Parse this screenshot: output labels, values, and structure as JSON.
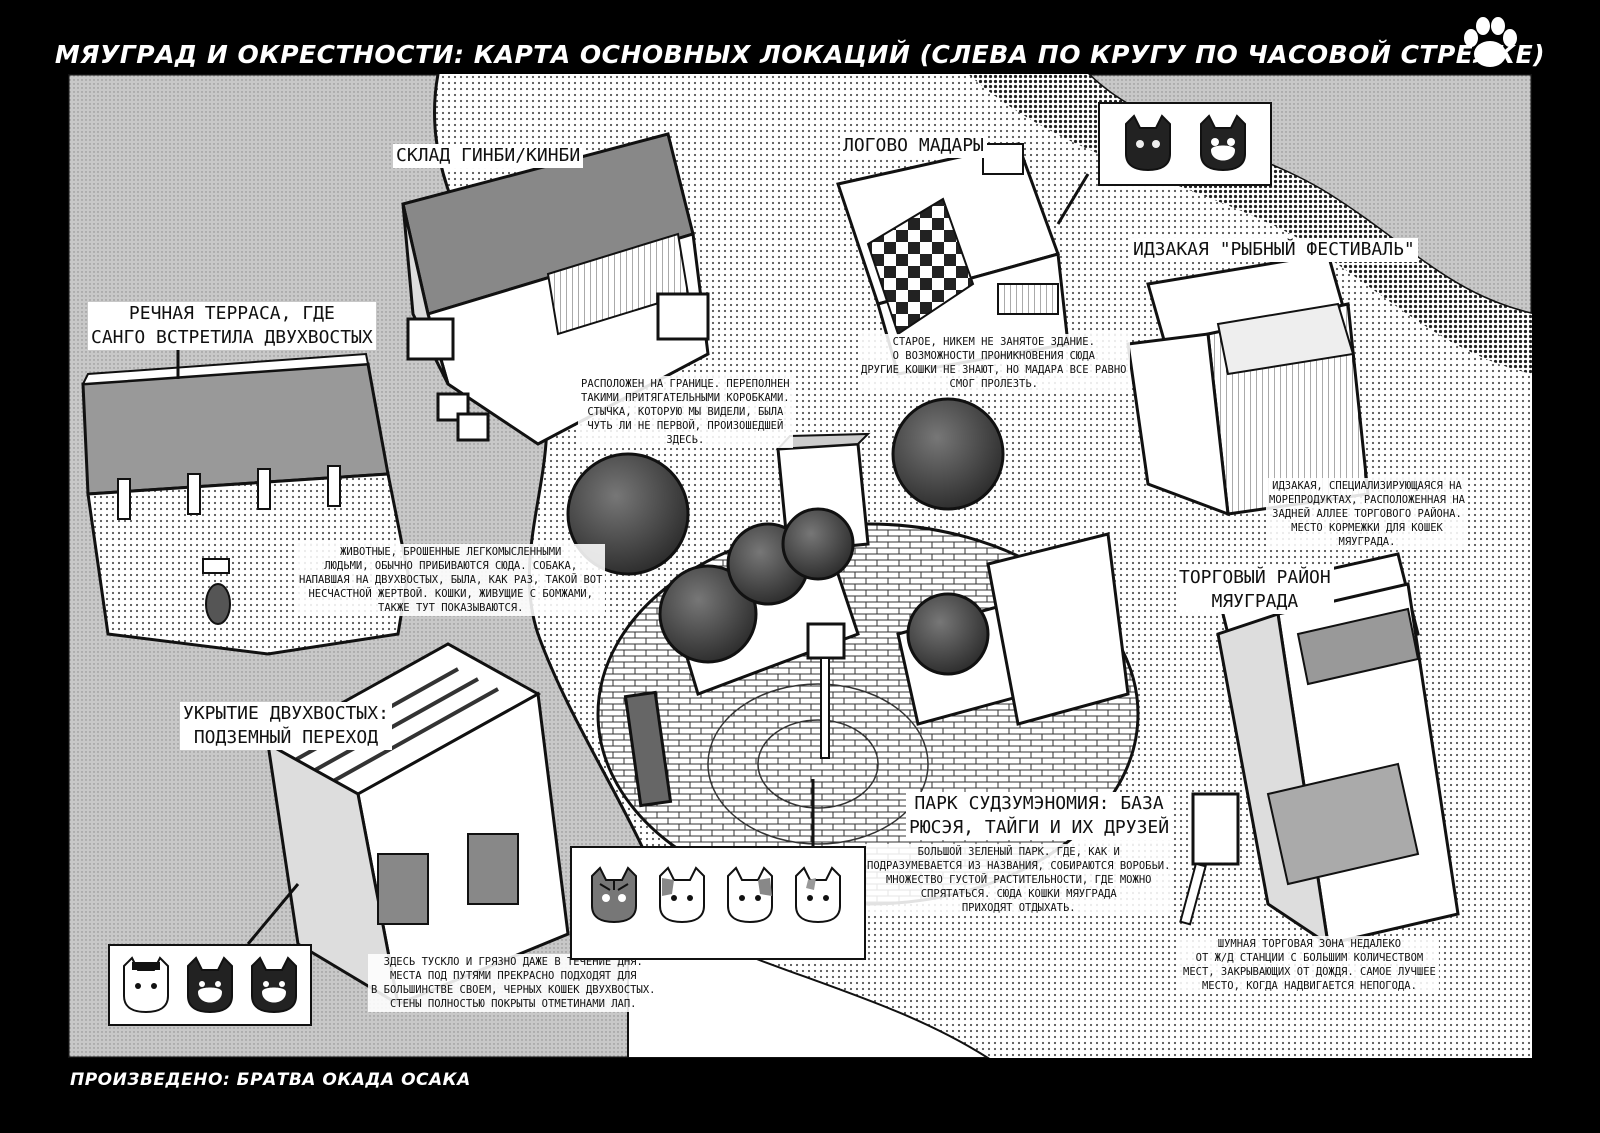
{
  "title": "МЯУГРАД И ОКРЕСТНОСТИ: КАРТА ОСНОВНЫХ ЛОКАЦИЙ (СЛЕВА ПО КРУГУ ПО ЧАСОВОЙ СТРЕЛКЕ)",
  "credit": "ПРОИЗВЕДЕНО: БРАТВА ОКАДА ОСАКА",
  "locations": {
    "warehouse": {
      "name": "СКЛАД ГИНБИ/КИНБИ",
      "description": [
        "РАСПОЛОЖЕН НА ГРАНИЦЕ. ПЕРЕПОЛНЕН",
        "ТАКИМИ ПРИТЯГАТЕЛЬНЫМИ КОРОБКАМИ.",
        "СТЫЧКА, КОТОРУЮ МЫ ВИДЕЛИ, БЫЛА",
        "ЧУТЬ ЛИ НЕ ПЕРВОЙ, ПРОИЗОШЕДШЕЙ",
        "ЗДЕСЬ."
      ]
    },
    "madara_lair": {
      "name": "ЛОГОВО МАДАРЫ",
      "description": [
        "СТАРОЕ, НИКЕМ НЕ ЗАНЯТОЕ ЗДАНИЕ.",
        "О ВОЗМОЖНОСТИ ПРОНИКНОВЕНИЯ СЮДА",
        "ДРУГИЕ КОШКИ НЕ ЗНАЮТ, НО МАДАРА ВСЕ РАВНО",
        "СМОГ ПРОЛЕЗТЬ."
      ]
    },
    "izakaya": {
      "name": "ИДЗАКАЯ \"РЫБНЫЙ ФЕСТИВАЛЬ\"",
      "description": [
        "ИДЗАКАЯ, СПЕЦИАЛИЗИРУЮЩАЯСЯ НА",
        "МОРЕПРОДУКТАХ, РАСПОЛОЖЕННАЯ НА",
        "ЗАДНЕЙ АЛЛЕЕ ТОРГОВОГО РАЙОНА.",
        "МЕСТО КОРМЕЖКИ ДЛЯ КОШЕК",
        "МЯУГРАДА."
      ]
    },
    "shopping": {
      "name": [
        "ТОРГОВЫЙ РАЙОН",
        "МЯУГРАДА"
      ],
      "description": [
        "ШУМНАЯ ТОРГОВАЯ ЗОНА НЕДАЛЕКО",
        "ОТ Ж/Д СТАНЦИИ С БОЛЬШИМ КОЛИЧЕСТВОМ",
        "МЕСТ, ЗАКРЫВАЮЩИХ ОТ ДОЖДЯ. САМОЕ ЛУЧШЕЕ",
        "МЕСТО, КОГДА НАДВИГАЕТСЯ НЕПОГОДА."
      ]
    },
    "park": {
      "name": [
        "ПАРК СУДЗУМЭНОМИЯ: БАЗА",
        "РЮСЭЯ, ТАЙГИ И ИХ ДРУЗЕЙ"
      ],
      "description": [
        "БОЛЬШОЙ ЗЕЛЕНЫЙ ПАРК. ГДЕ, КАК И",
        "ПОДРАЗУМЕВАЕТСЯ ИЗ НАЗВАНИЯ, СОБИРАЮТСЯ ВОРОБЬИ.",
        "МНОЖЕСТВО ГУСТОЙ РАСТИТЕЛЬНОСТИ, ГДЕ МОЖНО",
        "СПРЯТАТЬСЯ. СЮДА КОШКИ МЯУГРАДА",
        "ПРИХОДЯТ ОТДЫХАТЬ."
      ]
    },
    "underpass": {
      "name": [
        "УКРЫТИЕ ДВУХВОСТЫХ:",
        "ПОДЗЕМНЫЙ ПЕРЕХОД"
      ],
      "description": [
        "ЗДЕСЬ ТУСКЛО И ГРЯЗНО ДАЖЕ В ТЕЧЕНИЕ ДНЯ.",
        "МЕСТА ПОД ПУТЯМИ ПРЕКРАСНО ПОДХОДЯТ ДЛЯ",
        "В БОЛЬШИНСТВЕ СВОЕМ, ЧЕРНЫХ КОШЕК ДВУХВОСТЫХ.",
        "СТЕНЫ ПОЛНОСТЬЮ ПОКРЫТЫ ОТМЕТИНАМИ ЛАП."
      ]
    },
    "river_terrace": {
      "name": [
        "РЕЧНАЯ ТЕРРАСА, ГДЕ",
        "САНГО ВСТРЕТИЛА ДВУХВОСТЫХ"
      ],
      "description": [
        "ЖИВОТНЫЕ, БРОШЕННЫЕ ЛЕГКОМЫСЛЕННЫМИ",
        "ЛЮДЬМИ, ОБЫЧНО ПРИБИВАЮТСЯ СЮДА. СОБАКА,",
        "НАПАВШАЯ НА ДВУХВОСТЫХ, БЫЛА, КАК РАЗ, ТАКОЙ ВОТ",
        "НЕСЧАСТНОЙ ЖЕРТВОЙ. КОШКИ, ЖИВУЩИЕ С БОМЖАМИ,",
        "ТАКЖЕ ТУТ ПОКАЗЫВАЮТСЯ."
      ]
    }
  },
  "colors": {
    "frame": "#000000",
    "paper": "#ffffff",
    "ink": "#111111",
    "tone_light": "#d9d9d9",
    "tone_mid": "#8a8a8a",
    "tone_dark": "#3a3a3a"
  },
  "icons": [
    "paw-icon",
    "black-cat-face",
    "tuxedo-cat-face",
    "tabby-cat-face",
    "calico-cat-face"
  ]
}
